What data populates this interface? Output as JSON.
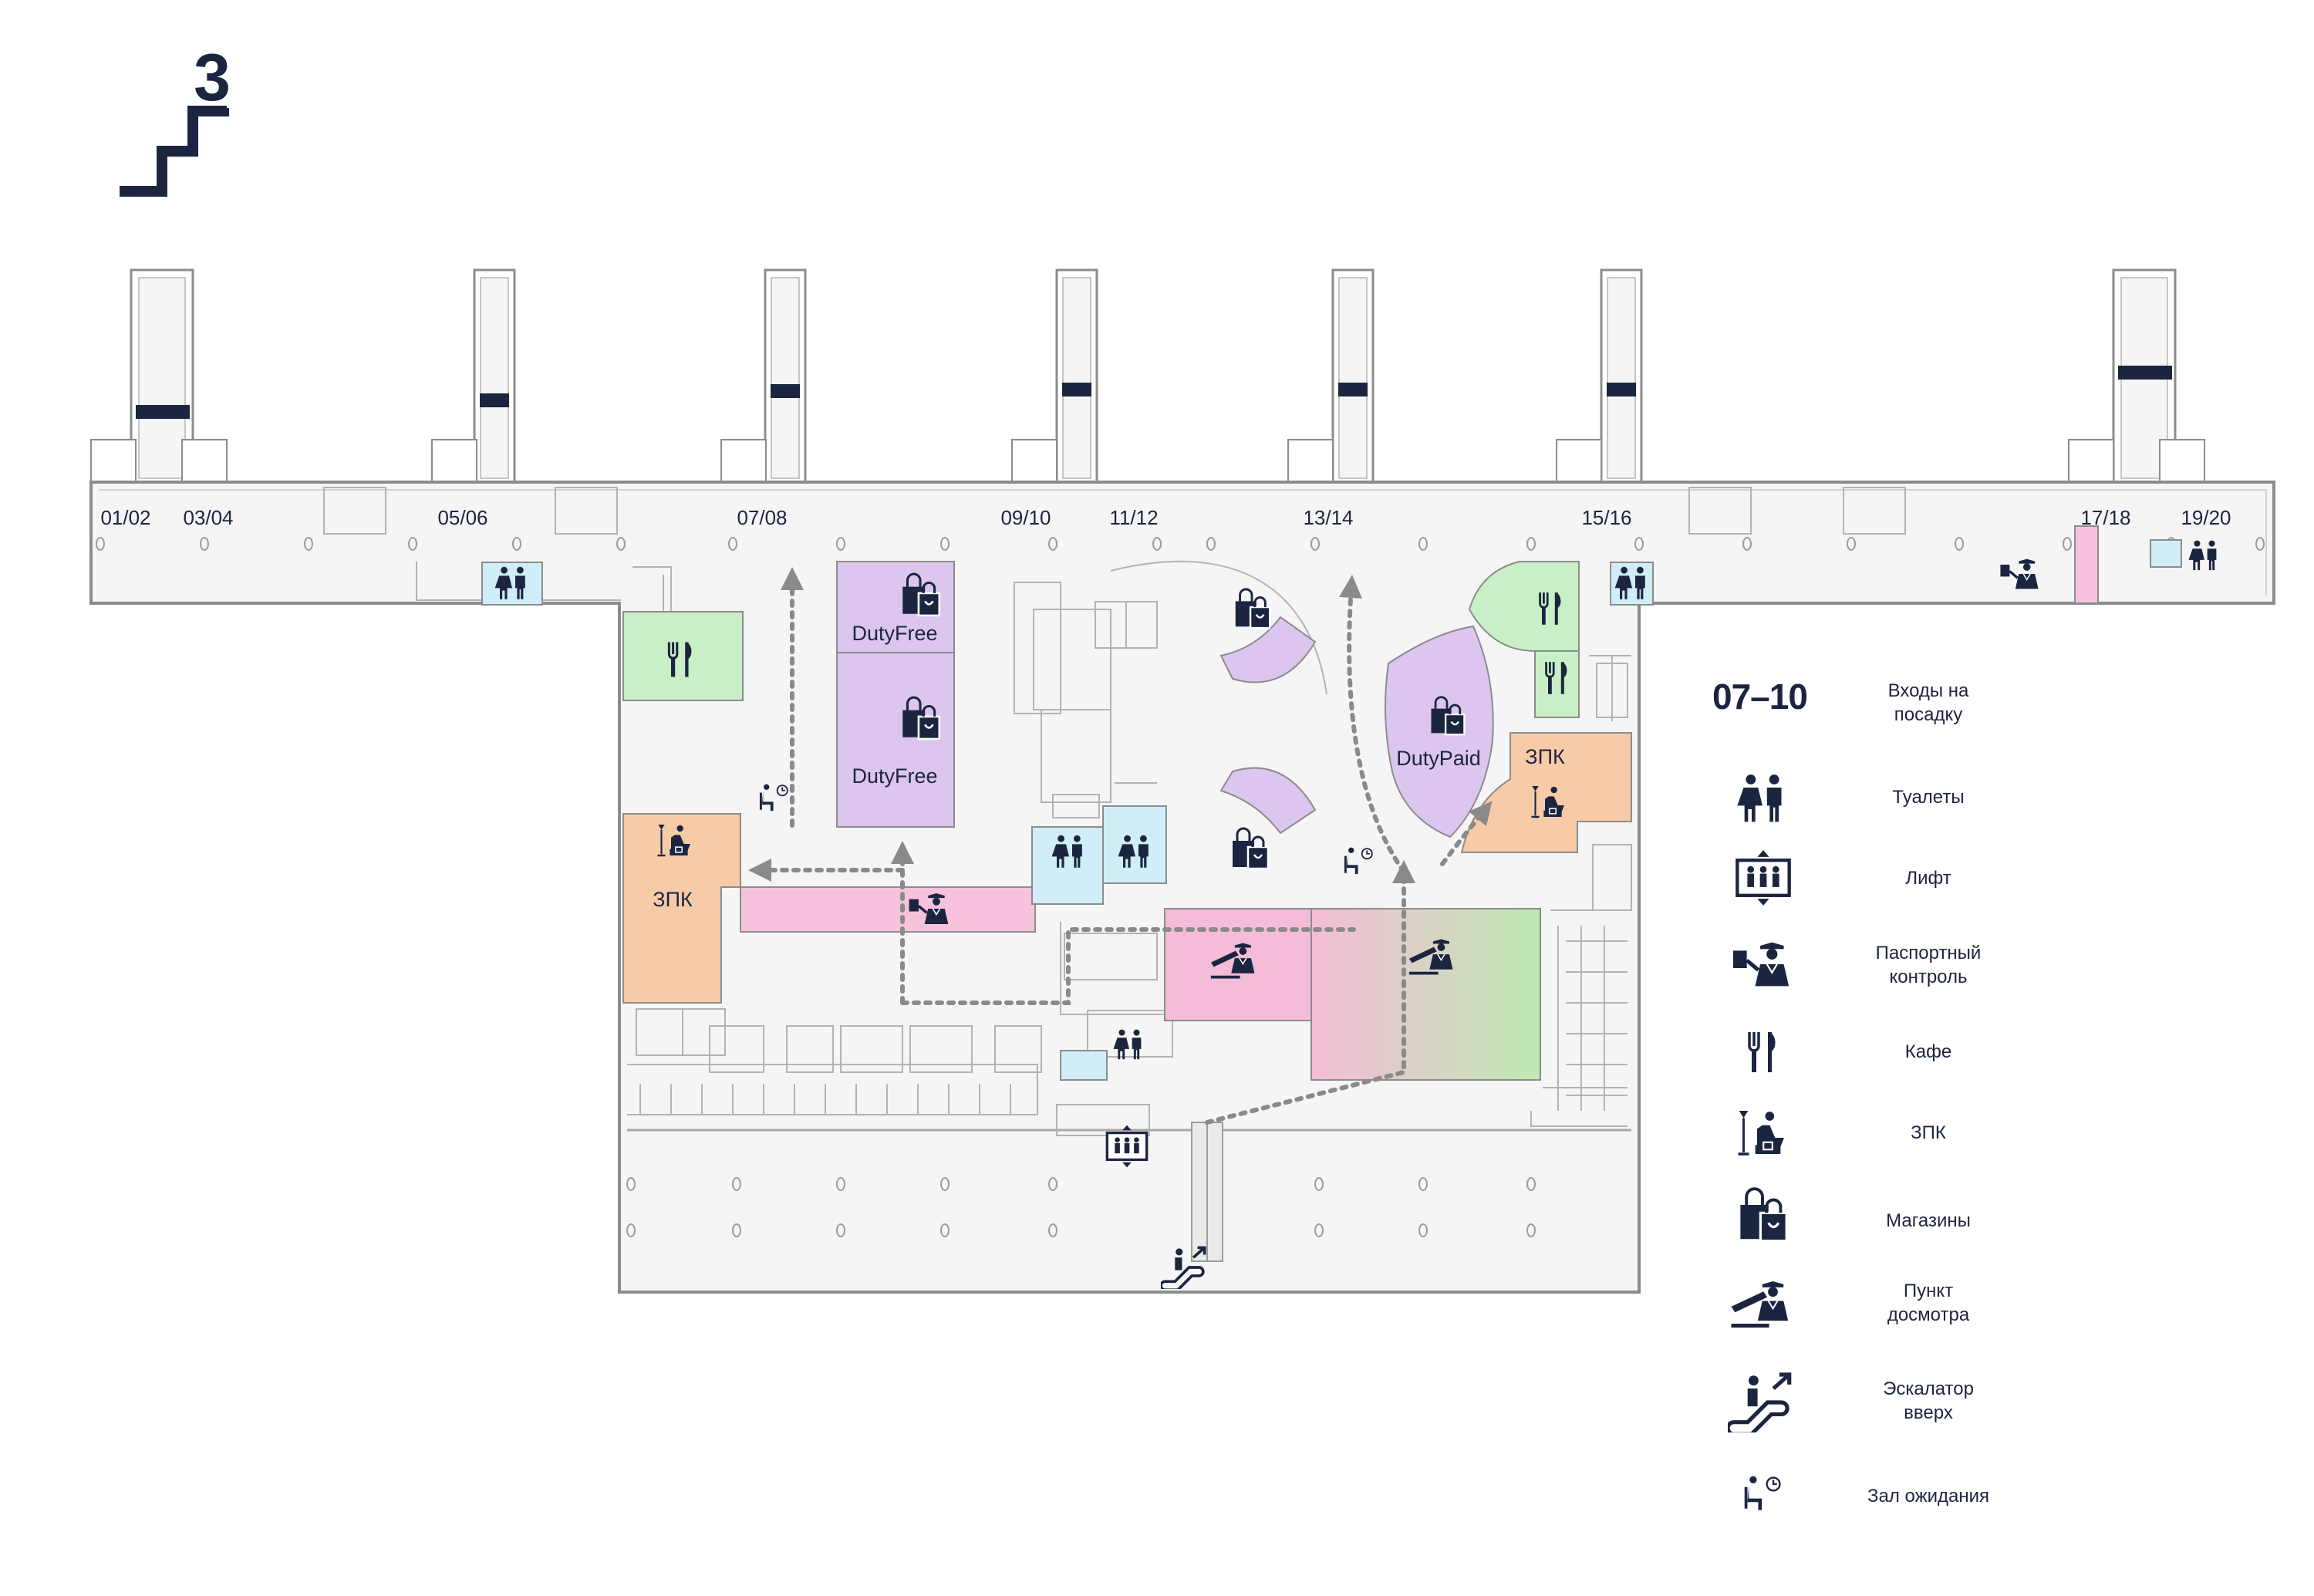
{
  "floor": {
    "number": "3"
  },
  "gates": [
    "01/02",
    "03/04",
    "05/06",
    "07/08",
    "09/10",
    "11/12",
    "13/14",
    "15/16",
    "17/18",
    "19/20"
  ],
  "zones": {
    "duty_free_upper": "DutyFree",
    "duty_free_lower": "DutyFree",
    "duty_paid": "DutyPaid",
    "lounge_west": "ЗПК",
    "lounge_east": "ЗПК"
  },
  "legend": {
    "gates_example": "07–10",
    "items": [
      {
        "icon": "boarding-gates",
        "label": "Входы на\nпосадку"
      },
      {
        "icon": "toilets-icon",
        "label": "Туалеты"
      },
      {
        "icon": "elevator-icon",
        "label": "Лифт"
      },
      {
        "icon": "passport-control-icon",
        "label": "Паспортный\nконтроль"
      },
      {
        "icon": "cafe-icon",
        "label": "Кафе"
      },
      {
        "icon": "lounge-icon",
        "label": "ЗПК"
      },
      {
        "icon": "shops-icon",
        "label": "Магазины"
      },
      {
        "icon": "security-check-icon",
        "label": "Пункт\nдосмотра"
      },
      {
        "icon": "escalator-up-icon",
        "label": "Эскалатор\nвверх"
      },
      {
        "icon": "waiting-hall-icon",
        "label": "Зал ожидания"
      }
    ]
  },
  "colors": {
    "ink": "#1c2540",
    "floor": "#f4f5f4",
    "wall": "#8c8c8c",
    "cafe": "#c9efc6",
    "shop": "#dcc5ef",
    "toilet": "#cfeef7",
    "lounge": "#f7cba7",
    "passport": "#f7c3dc",
    "security": "#f4bcd6",
    "route": "#8a8a8a"
  }
}
